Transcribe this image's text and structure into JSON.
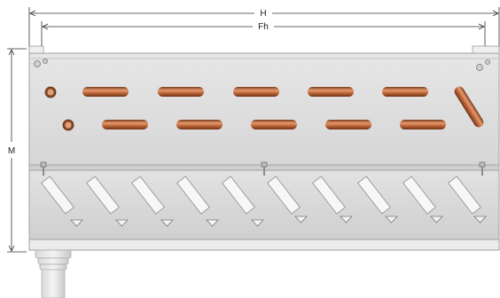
{
  "dimensions": {
    "overall_width_label": "H",
    "fin_width_label": "Fh",
    "height_label": "M"
  },
  "colors": {
    "panel": "#dcdcdc",
    "panel_light": "#ececec",
    "copper": "#b8643a",
    "copper_light": "#e49a6a",
    "line": "#333333"
  },
  "components": {
    "upper_bends_count": 5,
    "lower_bends_count": 5,
    "diagonal_bends_count": 1,
    "stub_pipes_count": 2,
    "louvers_count": 10,
    "drain_triangles_count": 10,
    "mounting_bolts_count": 3,
    "corner_screws_count": 2
  }
}
